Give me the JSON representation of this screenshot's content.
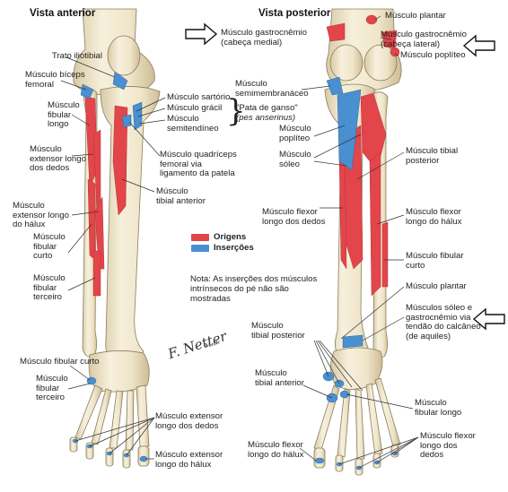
{
  "colors": {
    "origin": "#e2454a",
    "insertion": "#4a8fd0",
    "bone": "#f3ecd6",
    "bone_shade": "#d9ccaa",
    "bone_outline": "#8a7d5f",
    "leader": "#333333"
  },
  "anterior": {
    "title": "Vista anterior",
    "labels": {
      "trato_iliotibial": "Trato iliotibial",
      "biceps_femoral_1": "Músculo bíceps",
      "biceps_femoral_2": "femoral",
      "fibular_longo_1": "Músculo",
      "fibular_longo_2": "fibular",
      "fibular_longo_3": "longo",
      "ext_longo_dedos_1": "Músculo",
      "ext_longo_dedos_2": "extensor longo",
      "ext_longo_dedos_3": "dos dedos",
      "ext_longo_halux_1": "Músculo",
      "ext_longo_halux_2": "extensor longo",
      "ext_longo_halux_3": "do hálux",
      "fibular_curto_1": "Músculo",
      "fibular_curto_2": "fibular",
      "fibular_curto_3": "curto",
      "fibular_terceiro_1": "Músculo",
      "fibular_terceiro_2": "fibular",
      "fibular_terceiro_3": "terceiro",
      "sartorio": "Músculo sartório",
      "gracil": "Músculo grácil",
      "semitendineo_1": "Músculo",
      "semitendineo_2": "semitendíneo",
      "pata_ganso_1": "\"Pata de ganso\"",
      "pata_ganso_2": "(pes anserinus)",
      "quadriceps_1": "Músculo quadríceps",
      "quadriceps_2": "femoral via",
      "quadriceps_3": "ligamento da patela",
      "tibial_anterior_1": "Músculo",
      "tibial_anterior_2": "tibial anterior",
      "fibular_curto_pe": "Músculo fibular curto",
      "fibular_terceiro_pe_1": "Músculo",
      "fibular_terceiro_pe_2": "fibular",
      "fibular_terceiro_pe_3": "terceiro",
      "ext_longo_dedos_pe_1": "Músculo extensor",
      "ext_longo_dedos_pe_2": "longo dos dedos",
      "ext_longo_halux_pe_1": "Músculo extensor",
      "ext_longo_halux_pe_2": "longo do hálux"
    }
  },
  "posterior": {
    "title": "Vista posterior",
    "labels": {
      "gastro_medial_1": "Músculo gastrocnêmio",
      "gastro_medial_2": "(cabeça medial)",
      "plantar": "Músculo plantar",
      "gastro_lateral_1": "Músculo gastrocnêmio",
      "gastro_lateral_2": "(cabeça lateral)",
      "popliteo_top": "Músculo poplíteo",
      "semimembranaceo_1": "Músculo",
      "semimembranaceo_2": "semimembranáceo",
      "popliteo_1": "Músculo",
      "popliteo_2": "poplíteo",
      "soleo_1": "Músculo",
      "soleo_2": "sóleo",
      "tibial_posterior_1": "Músculo tibial",
      "tibial_posterior_2": "posterior",
      "flexor_dedos_1": "Músculo flexor",
      "flexor_dedos_2": "longo dos dedos",
      "flexor_halux_1": "Músculo flexor",
      "flexor_halux_2": "longo do hálux",
      "fibular_curto_1": "Músculo fibular",
      "fibular_curto_2": "curto",
      "plantar_low": "Músculo plantar",
      "soleo_gastro_1": "Músculos sóleo e",
      "soleo_gastro_2": "gastrocnêmio via",
      "soleo_gastro_3": "tendão do calcâneo",
      "soleo_gastro_4": "(de aquiles)",
      "tibial_posterior_pe_1": "Músculo",
      "tibial_posterior_pe_2": "tibial posterior",
      "tibial_anterior_pe_1": "Músculo",
      "tibial_anterior_pe_2": "tibial anterior",
      "fibular_longo_pe_1": "Músculo",
      "fibular_longo_pe_2": "fibular longo",
      "flexor_halux_pe_1": "Músculo flexor",
      "flexor_halux_pe_2": "longo do hálux",
      "flexor_dedos_pe_1": "Músculo flexor",
      "flexor_dedos_pe_2": "longo dos",
      "flexor_dedos_pe_3": "dedos"
    }
  },
  "legend": {
    "origins": "Origens",
    "insertions": "Inserções"
  },
  "note": {
    "line1": "Nota: As inserções dos músculos",
    "line2": "intrínsecos do pé não são",
    "line3": "mostradas"
  },
  "signature": {
    "name": "F. Netter",
    "suffix": "M.D."
  }
}
